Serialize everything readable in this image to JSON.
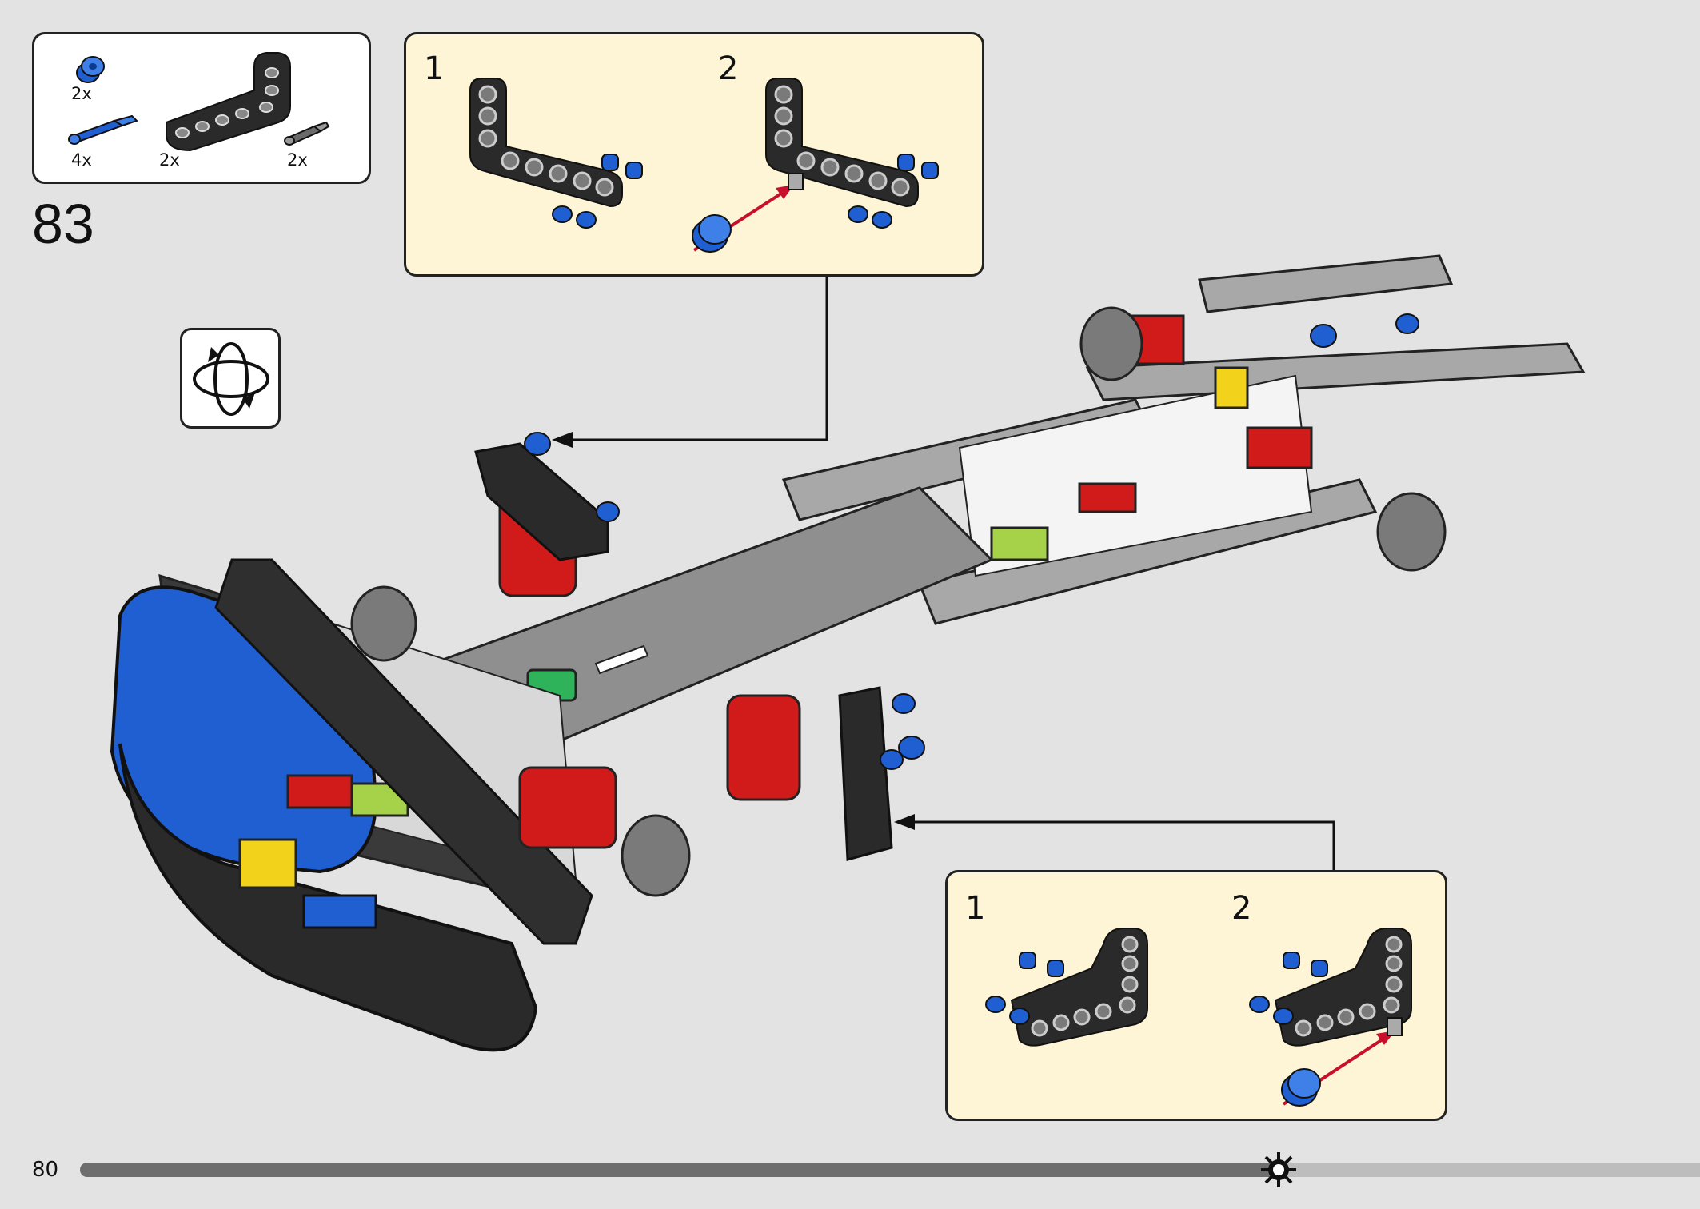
{
  "step": {
    "number": "83"
  },
  "parts_list": {
    "items": [
      {
        "name": "blue-bushing",
        "qty": "2x"
      },
      {
        "name": "blue-axle-pin",
        "qty": "4x"
      },
      {
        "name": "black-l-beam",
        "qty": "2x"
      },
      {
        "name": "grey-axle-pin",
        "qty": "2x"
      }
    ]
  },
  "callout_top": {
    "substeps": [
      "1",
      "2"
    ]
  },
  "callout_bottom": {
    "substeps": [
      "1",
      "2"
    ]
  },
  "rotate_icon": "rotate-model-icon",
  "footer": {
    "page_number": "80",
    "progress": 0.74
  },
  "colors": {
    "accent_blue": "#1f5fd1",
    "red": "#d11a1a",
    "black_beam": "#2a2a2a",
    "grey_beam": "#9a9a9a",
    "callout_bg": "#fdf5d6",
    "arrow_red": "#c8102e"
  }
}
